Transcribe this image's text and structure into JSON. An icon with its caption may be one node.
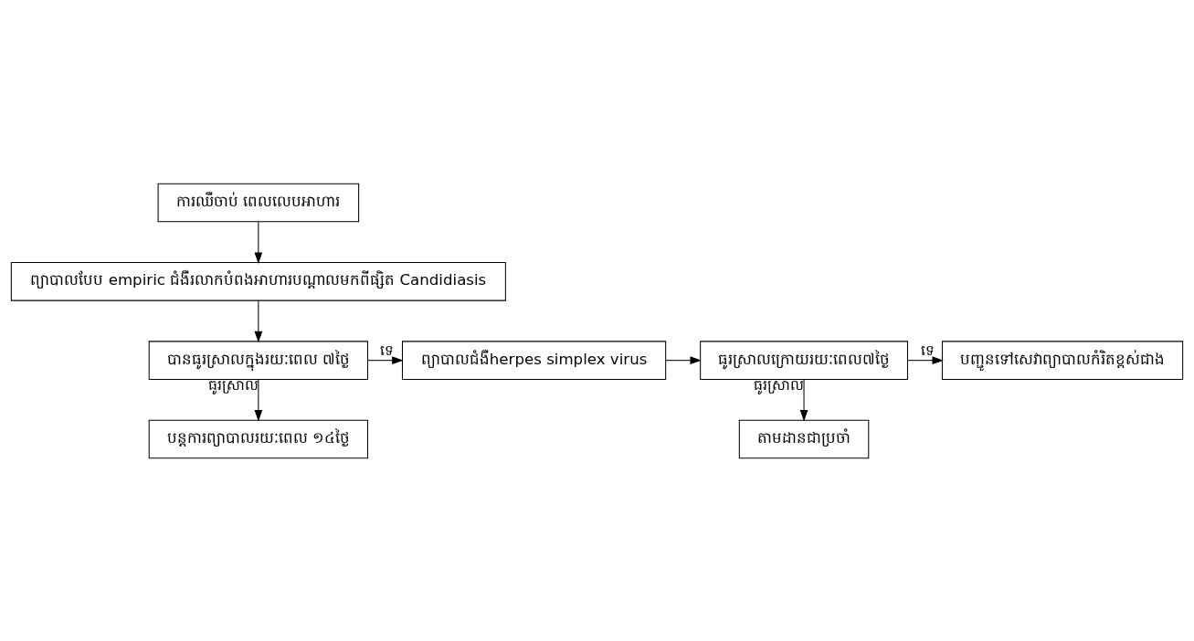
{
  "diagram": {
    "nodes": [
      {
        "text": [
          "ការឈឺចាប់ ពេលលេបអាហារ"
        ]
      },
      {
        "text": [
          "ព្យាបាលបែប empiric ជំងឺរលាកបំពងអាហារបណ្តាលមកពីផ្សិត Candidiasis"
        ]
      },
      {
        "text": [
          "បានធូរស្រាលក្នុងរយៈពេល ៧ថ្ងៃ"
        ]
      },
      {
        "text": [
          "បន្តការព្យាបាលរយៈពេល ១៤ថ្ងៃ"
        ]
      },
      {
        "text": [
          "ព្យាបាលជំងឺherpes simplex virus"
        ]
      },
      {
        "text": [
          "ធូរស្រាលក្រោយរយៈពេល៧ថ្ងៃ"
        ]
      },
      {
        "text": [
          "បញ្ជូនទៅសេវាព្យាបាលកំរិតខ្ពស់ជាង"
        ]
      },
      {
        "text": [
          "តាមដានជាប្រចាំ"
        ]
      }
    ],
    "edges": [
      {
        "from": 0,
        "to": 1,
        "arrow": "to"
      },
      {
        "from": 1,
        "to": 2,
        "arrow": "to"
      },
      {
        "from": 2,
        "to": 3,
        "arrow": "to",
        "label": "ធូរស្រាល"
      },
      {
        "from": 2,
        "to": 4,
        "arrow": "to",
        "label": "ទេ"
      },
      {
        "from": 4,
        "to": 5,
        "arrow": "to"
      },
      {
        "from": 5,
        "to": 6,
        "arrow": "to",
        "label": "ទេ"
      },
      {
        "from": 5,
        "to": 7,
        "arrow": "to",
        "label": "ធូរស្រាល"
      }
    ]
  }
}
